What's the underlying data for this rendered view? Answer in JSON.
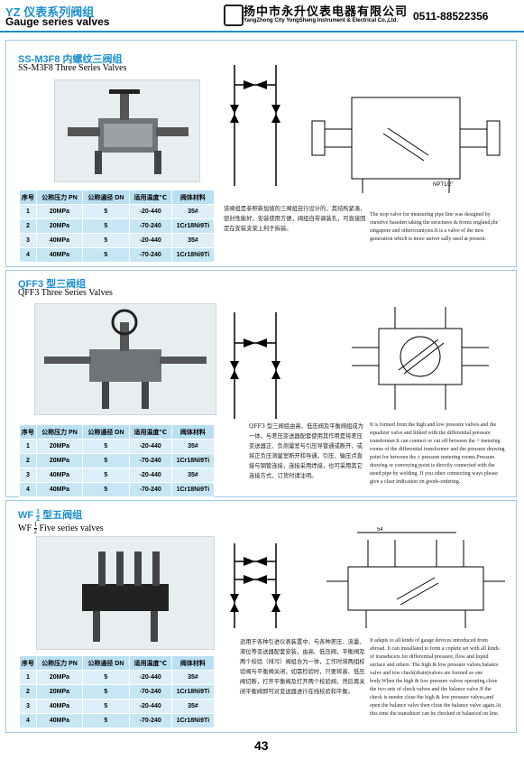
{
  "header": {
    "title_cn": "YZ 仪表系列阀组",
    "title_en": "Gauge series valves",
    "company_cn": "扬中市永升仪表电器有限公司",
    "company_en": "YangZhong City YongSheng Instrument & Electrical Co.,Ltd.",
    "phone": "0511-88522356"
  },
  "table_headers": [
    "序号",
    "公称压力 PN",
    "公称通径 DN",
    "适用温度℃",
    "阀体材料"
  ],
  "sections": [
    {
      "title_cn": "SS-M3F8 内螺纹三阀组",
      "title_en": "SS-M3F8 Three Series Valves",
      "rows": [
        [
          "1",
          "20MPa",
          "5",
          "-20-440",
          "35#"
        ],
        [
          "2",
          "20MPa",
          "5",
          "-70-240",
          "1Cr18Ni9Ti"
        ],
        [
          "3",
          "40MPa",
          "5",
          "-20-440",
          "35#"
        ],
        [
          "4",
          "40MPa",
          "5",
          "-70-240",
          "1Cr18Ni9Ti"
        ]
      ],
      "desc_cn": "该阀组是参照新加坡的三阀组自行设计的，其结构紧凑，密封性能好，安装使用方便，阀组自带调装孔，可直接固定在安装支架上利于拆装。",
      "desc_en": "The stop valve for measuring pipe line was designed by ourselve baseden taking the structures & froms england,the singapore and othercountyies.It is a valve of the new generation which is more univer sally used at present.",
      "dim_label": "NPT1/2\""
    },
    {
      "title_cn": "QFF3 型三阀组",
      "title_en": "QFF3 Three Series Valves",
      "rows": [
        [
          "1",
          "20MPa",
          "5",
          "-20-440",
          "35#"
        ],
        [
          "2",
          "20MPa",
          "5",
          "-70-240",
          "1Cr18Ni9Ti"
        ],
        [
          "3",
          "40MPa",
          "5",
          "-20-440",
          "35#"
        ],
        [
          "4",
          "40MPa",
          "5",
          "-70-240",
          "1Cr18Ni9Ti"
        ]
      ],
      "desc_cn": "QFF3 型三阀组由高、低压阀及平衡阀组成为一体，与差压变送器配套使用其作用是将差压变送器正、负测量室与引压导管通或断开，或将正负压测量室断开和导通，引压、输压点直接与钢管连接，连接采用焊接，也可采用其它连接方式，订货时请注明。",
      "desc_en": "It is formed from the high and low pressure valves and the equalizer valve and linked with the differential pressure transformer.It can connect or cut off between the + metering rooms of the differential transformer and the pressure drawing point for between the ± pressure metering rooms.Pressure drawing or conveying point is directly connected with the steed pipe by welding. If you other connecting ways please give a clear indication on goods-ordering."
    },
    {
      "title_cn": "WF 1/2 型五阀组",
      "title_cn_a": "WF",
      "title_cn_b": "型五阀组",
      "title_en_a": "WF",
      "title_en_b": "Five series valves",
      "frac_num": "1",
      "frac_den": "2",
      "rows": [
        [
          "1",
          "20MPa",
          "5",
          "-20-440",
          "35#"
        ],
        [
          "2",
          "20MPa",
          "5",
          "-70-240",
          "1Cr18Ni9Ti"
        ],
        [
          "3",
          "40MPa",
          "5",
          "-20-440",
          "35#"
        ],
        [
          "4",
          "40MPa",
          "5",
          "-70-240",
          "1Cr18Ni9Ti"
        ]
      ],
      "desc_cn": "适用于各种引进仪表装置中，与各种差压、流量、液位等变送器配套安装，由高、低压阀，平衡阀及两个校验（排污）阀组合为一体，工作时将两组校验阀与平衡阀关闭，如需检验时，只要将高、低压阀切断，打开平衡阀及打开两个校验阀，然后再关闭平衡阀即可对变送器进行在线校验和平衡。",
      "desc_en": "It adapts to all kinds of gauge devices introduced from abroad. It can installated to form a coplete set with all kinds of transducers for differential pressure, flow and liquid surface and others. The high & low pressure valves,balance valve and tow check(drain)valves are formed as one body.When the high & low pressure valves operating close the two sets of check valves and the balance valve.If the check is needer close the high & low pressure valves,and open the balance valve then close the balance valve again.At this time the transducer can be checked or balanced on line.",
      "dim_label": "54"
    }
  ],
  "page_number": "43",
  "colors": {
    "accent": "#1b8fd0",
    "table_head": "#b9dff2",
    "table_row": "#dceff8"
  }
}
